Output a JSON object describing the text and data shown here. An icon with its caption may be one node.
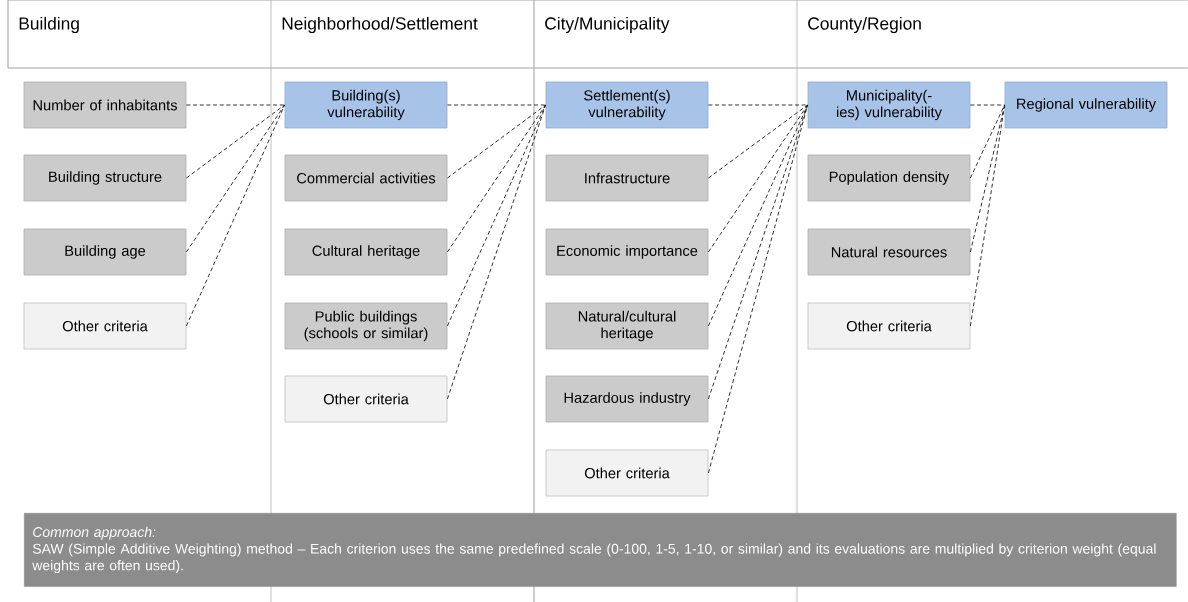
{
  "diagram": {
    "nodes": [
      {
        "text": [
          "Number of inhabitants"
        ]
      },
      {
        "text": [
          "Building structure"
        ]
      },
      {
        "text": [
          "Building age"
        ]
      },
      {
        "text": [
          "Other criteria"
        ]
      },
      {
        "text": [
          "Building(s) vulnerability"
        ]
      },
      {
        "text": [
          "Commercial activities"
        ]
      },
      {
        "text": [
          "Cultural heritage"
        ]
      },
      {
        "text": [
          "Public buildings (schools or similar)"
        ]
      },
      {
        "text": [
          "Other criteria"
        ]
      },
      {
        "text": [
          "Settlement(s) vulnerability"
        ]
      },
      {
        "text": [
          "Infrastructure"
        ]
      },
      {
        "text": [
          "Economic importance"
        ]
      },
      {
        "text": [
          "Natural/cultural heritage"
        ]
      },
      {
        "text": [
          "Hazardous industry"
        ]
      },
      {
        "text": [
          "Other criteria"
        ]
      },
      {
        "text": [
          "Municipality(-ies) vulnerability"
        ]
      },
      {
        "text": [
          "Population density"
        ]
      },
      {
        "text": [
          "Natural resources"
        ]
      },
      {
        "text": [
          "Other criteria"
        ]
      },
      {
        "text": [
          "Regional vulnerability"
        ]
      },
      {
        "text": [
          "Common approach:",
          "SAW (Simple Additive Weighting) method – Each criterion uses the same predefined scale (0-100, 1-5, 1-10, or similar) and its evaluations are multiplied by criterion weight (equal weights are often used)."
        ]
      }
    ],
    "edges": [
      {
        "from": 0,
        "to": 4,
        "arrow": "none",
        "style": "dashed"
      },
      {
        "from": 1,
        "to": 4,
        "arrow": "none",
        "style": "dashed"
      },
      {
        "from": 2,
        "to": 4,
        "arrow": "none",
        "style": "dashed"
      },
      {
        "from": 3,
        "to": 4,
        "arrow": "none",
        "style": "dashed"
      },
      {
        "from": 4,
        "to": 9,
        "arrow": "none",
        "style": "dashed"
      },
      {
        "from": 5,
        "to": 9,
        "arrow": "none",
        "style": "dashed"
      },
      {
        "from": 6,
        "to": 9,
        "arrow": "none",
        "style": "dashed"
      },
      {
        "from": 7,
        "to": 9,
        "arrow": "none",
        "style": "dashed"
      },
      {
        "from": 8,
        "to": 9,
        "arrow": "none",
        "style": "dashed"
      },
      {
        "from": 9,
        "to": 15,
        "arrow": "none",
        "style": "dashed"
      },
      {
        "from": 10,
        "to": 15,
        "arrow": "none",
        "style": "dashed"
      },
      {
        "from": 11,
        "to": 15,
        "arrow": "none",
        "style": "dashed"
      },
      {
        "from": 12,
        "to": 15,
        "arrow": "none",
        "style": "dashed"
      },
      {
        "from": 13,
        "to": 15,
        "arrow": "none",
        "style": "dashed"
      },
      {
        "from": 14,
        "to": 15,
        "arrow": "none",
        "style": "dashed"
      },
      {
        "from": 15,
        "to": 19,
        "arrow": "none",
        "style": "dashed"
      },
      {
        "from": 16,
        "to": 19,
        "arrow": "none",
        "style": "dashed"
      },
      {
        "from": 17,
        "to": 19,
        "arrow": "none",
        "style": "dashed"
      },
      {
        "from": 18,
        "to": 19,
        "arrow": "none",
        "style": "dashed"
      }
    ],
    "labels": [
      "Building",
      "Neighborhood/Settlement",
      "City/Municipality",
      "County/Region"
    ]
  }
}
